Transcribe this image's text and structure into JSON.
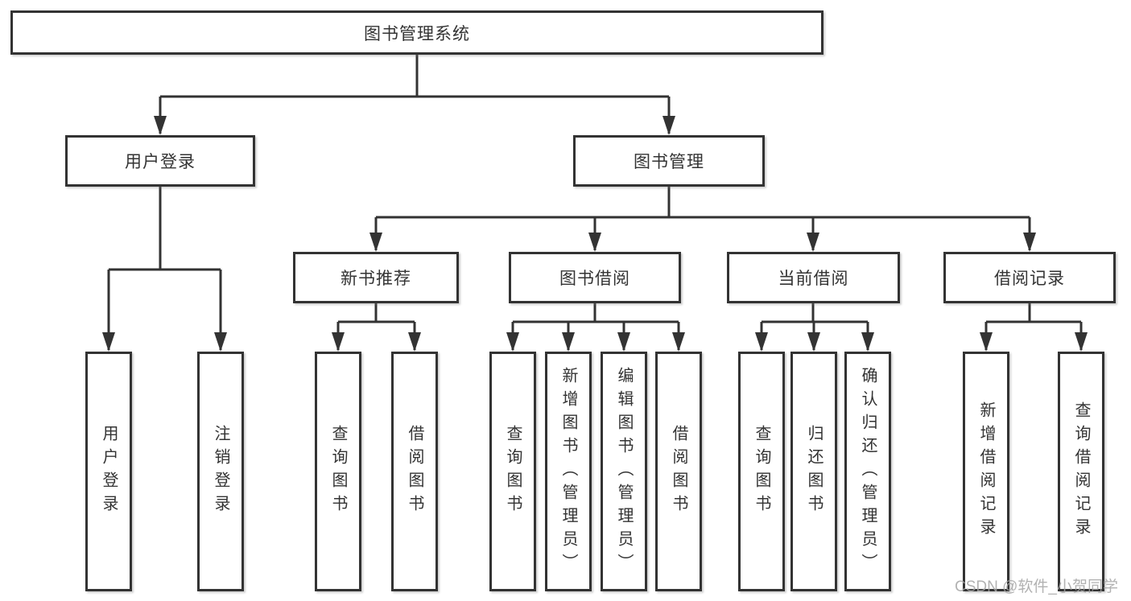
{
  "tree": {
    "root": "图书管理系统",
    "branches": [
      {
        "label": "用户登录",
        "children": [
          "用户登录",
          "注销登录"
        ]
      },
      {
        "label": "图书管理",
        "groups": [
          {
            "label": "新书推荐",
            "children": [
              "查询图书",
              "借阅图书"
            ]
          },
          {
            "label": "图书借阅",
            "children": [
              "查询图书",
              "新增图书（管理员）",
              "编辑图书（管理员）",
              "借阅图书"
            ]
          },
          {
            "label": "当前借阅",
            "children": [
              "查询图书",
              "归还图书",
              "确认归还（管理员）"
            ]
          },
          {
            "label": "借阅记录",
            "children": [
              "新增借阅记录",
              "查询借阅记录"
            ]
          }
        ]
      }
    ]
  },
  "watermark": "CSDN @软件_小贺同学",
  "colors": {
    "line": "#333333",
    "text": "#333333",
    "box_fill": "#ffffff",
    "watermark": "#a5a5a5",
    "background": "#ffffff"
  }
}
